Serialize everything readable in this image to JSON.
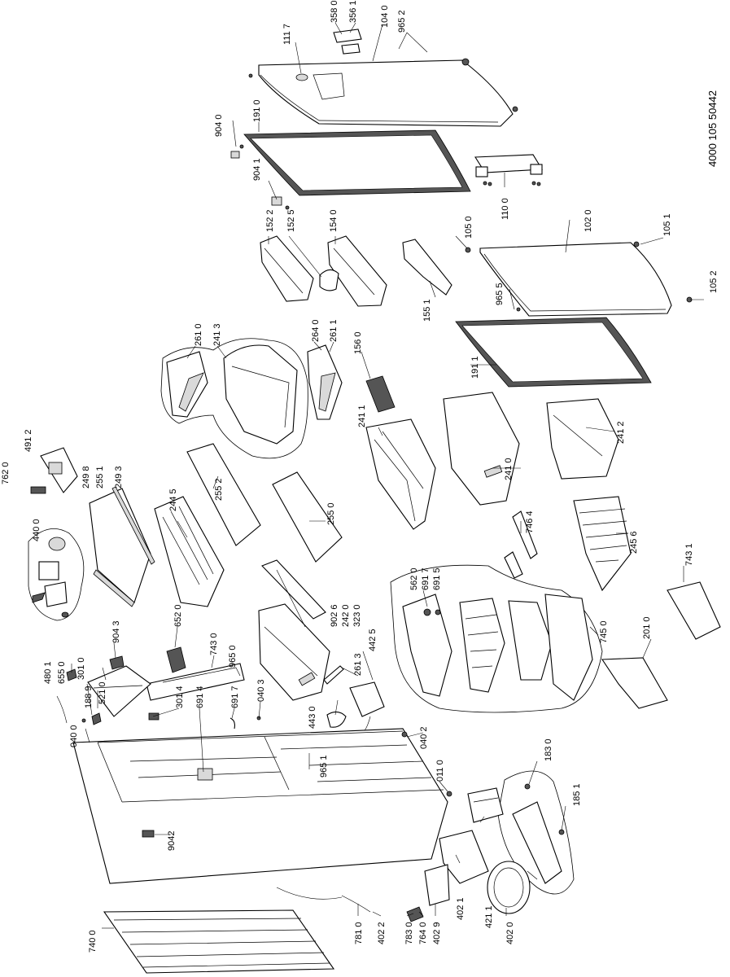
{
  "document": {
    "number": "4000 105 50442"
  },
  "labels": {
    "l1117": "111 7",
    "l3580": "358 0",
    "l3561": "356 1",
    "l1040": "104 0",
    "l9652": "965 2",
    "l1910": "191 0",
    "l9040": "904 0",
    "l9041": "904 1",
    "l1100": "110 0",
    "l1522": "152 2",
    "l1525": "152 5",
    "l1540": "154 0",
    "l1050": "105 0",
    "l1020": "102 0",
    "l1051": "105 1",
    "l1052": "105 2",
    "l9655": "965 5",
    "l1551": "155 1",
    "l2610": "261 0",
    "l2413": "241 3",
    "l2640": "264 0",
    "l2611": "261 1",
    "l1560": "156 0",
    "l1911": "191 1",
    "l4912": "491 2",
    "l7620": "762 0",
    "l2498": "249 8",
    "l2551": "255 1",
    "l2493": "249 3",
    "l2445": "244 5",
    "l2552": "255 2",
    "l2411": "241 1",
    "l2410": "241 0",
    "l2412": "241 2",
    "l4400": "440 0",
    "l2550": "255 0",
    "l7464": "746 4",
    "l2456": "245 6",
    "l7431": "743 1",
    "l5620": "562 0",
    "l6917a": "691 7",
    "l6915": "691 5",
    "l9026": "902 6",
    "l2420": "242 0",
    "l3230": "323 0",
    "l7450": "745  0",
    "l6520": "652 0",
    "l7430": "743 0",
    "l9650": "965 0",
    "l9043": "904 3",
    "l4801": "480 1",
    "l6550": "655 0",
    "l3010": "301 0",
    "l1889": "188 9",
    "l5210": "521 0",
    "l3014": "301 4",
    "l6914": "691 4",
    "l6917b": "691 7",
    "l0403": "040 3",
    "l2613": "261 3",
    "l4425": "442 5",
    "l4430": "443 0",
    "l0400": "040 0",
    "l0402": "040 2",
    "l9651": "965 1",
    "l0110": "011 0",
    "l2010": "201 0",
    "l1830": "183 0",
    "l1851": "185 1",
    "l9042": "9042",
    "l4211": "421 1",
    "l4021": "402 1",
    "l4020": "402 0",
    "l7400": "740 0",
    "l7810": "781 0",
    "l4022": "402 2",
    "l7830": "783 0",
    "l7640": "764 0",
    "l4029": "402 9"
  },
  "icons": [
    "exploded-view-fridge-freezer"
  ]
}
